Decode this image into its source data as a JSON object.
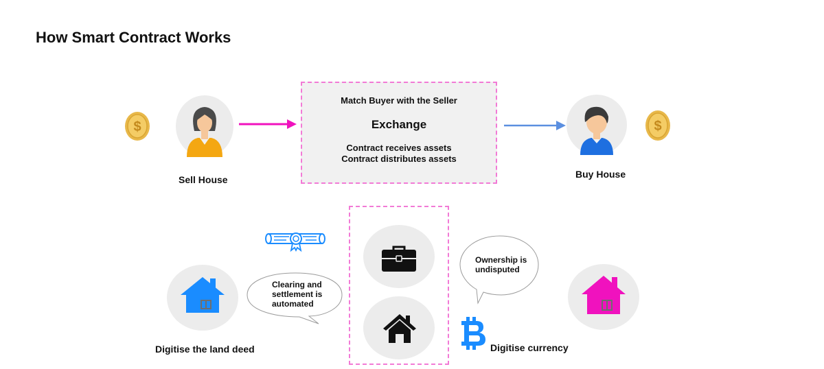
{
  "title": "How Smart Contract Works",
  "seller": {
    "label": "Sell House",
    "icon": "seller-avatar-icon"
  },
  "buyer": {
    "label": "Buy House",
    "icon": "buyer-avatar-icon"
  },
  "exchange": {
    "heading": "Match Buyer with the Seller",
    "title": "Exchange",
    "line1": "Contract receives assets",
    "line2": "Contract  distributes assets"
  },
  "land": {
    "label": "Digitise the land deed",
    "icon": "blue-house-icon"
  },
  "currency": {
    "label": "Digitise currency",
    "icon": "bitcoin-icon"
  },
  "bubble_left": {
    "line1": "Clearing and",
    "line2": "settlement is",
    "line3": "automated"
  },
  "bubble_right": {
    "line1": "Ownership is",
    "line2": "undisputed"
  },
  "colors": {
    "pink": "#f012be",
    "dashed_border": "#f27ad6",
    "blue": "#1a8cff",
    "arrow_blue": "#5b8fe0",
    "coin": "#e8b84a",
    "circle_bg": "#ececec",
    "box_bg": "#f1f1f1"
  }
}
